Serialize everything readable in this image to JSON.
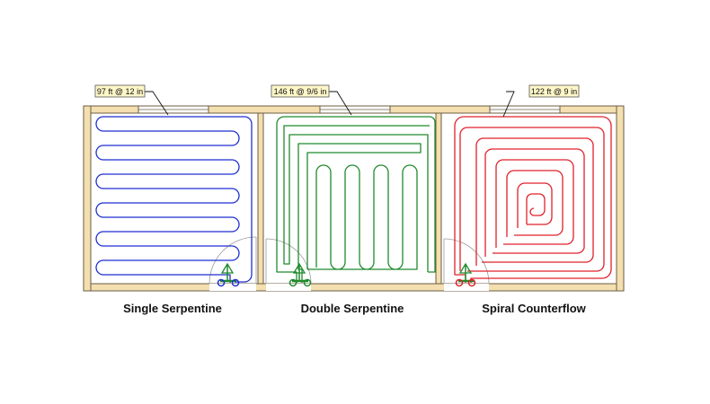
{
  "panels": [
    {
      "id": "single",
      "label": "Single Serpentine",
      "tag": "97 ft @ 12 in",
      "color": "#1f2fd0"
    },
    {
      "id": "double",
      "label": "Double Serpentine",
      "tag": "146 ft @ 9/6 in",
      "color": "#1f8a2c"
    },
    {
      "id": "spiral",
      "label": "Spiral Counterflow",
      "tag": "122 ft @ 9 in",
      "color": "#e0202a"
    }
  ],
  "colors": {
    "wall": "#f4dfb0",
    "wall_stroke": "#6b5e43",
    "tag_fill": "#fff7c8"
  }
}
